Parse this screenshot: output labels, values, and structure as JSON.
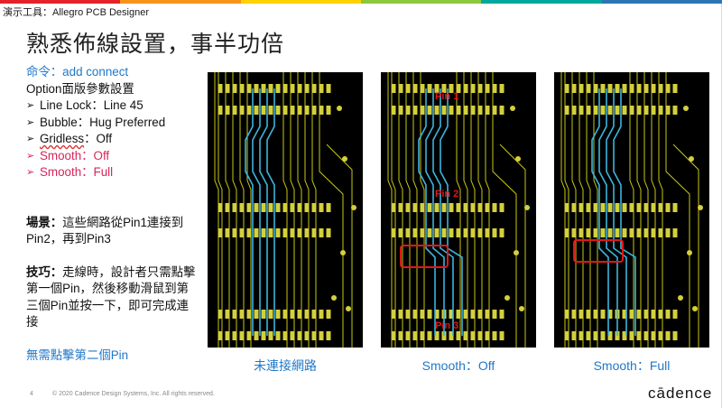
{
  "header": {
    "app_label": "演示工具：Allegro PCB Designer"
  },
  "slide": {
    "title": "熟悉佈線設置，事半功倍"
  },
  "left": {
    "command": "命令：add connect",
    "options_title": "Option面版參數設置",
    "bullets": [
      {
        "text": "Line Lock：Line 45"
      },
      {
        "text": "Bubble：Hug Preferred"
      },
      {
        "label": "Gridless",
        "value": "：Off"
      },
      {
        "text": "Smooth：Off"
      },
      {
        "text": "Smooth：Full"
      }
    ],
    "scene_label": "場景：",
    "scene_text": "這些網路從Pin1連接到Pin2，再到Pin3",
    "tip_label": "技巧：",
    "tip_text": "走線時，設計者只需點擊第一個Pin，然後移動滑鼠到第三個Pin並按一下，即可完成連接",
    "no_click": "無需點擊第二個Pin"
  },
  "panels": [
    {
      "caption": "未連接網路",
      "mode": "unrouted"
    },
    {
      "caption": "Smooth：Off",
      "mode": "off",
      "pin_labels": [
        "Pin 1",
        "Pin 2",
        "Pin 3"
      ]
    },
    {
      "caption": "Smooth：Full",
      "mode": "full"
    }
  ],
  "footer": {
    "page": "4",
    "copyright": "© 2020 Cadence Design Systems, Inc. All rights reserved.",
    "logo": "cādence"
  },
  "colors": {
    "trace": "#c8c814",
    "pad": "#d4d03c",
    "net": "#3cb4dc",
    "highlight": "#e01818",
    "pin_label": "#e01818",
    "caption": "#1f78c8",
    "accent_pink": "#d6255a"
  }
}
